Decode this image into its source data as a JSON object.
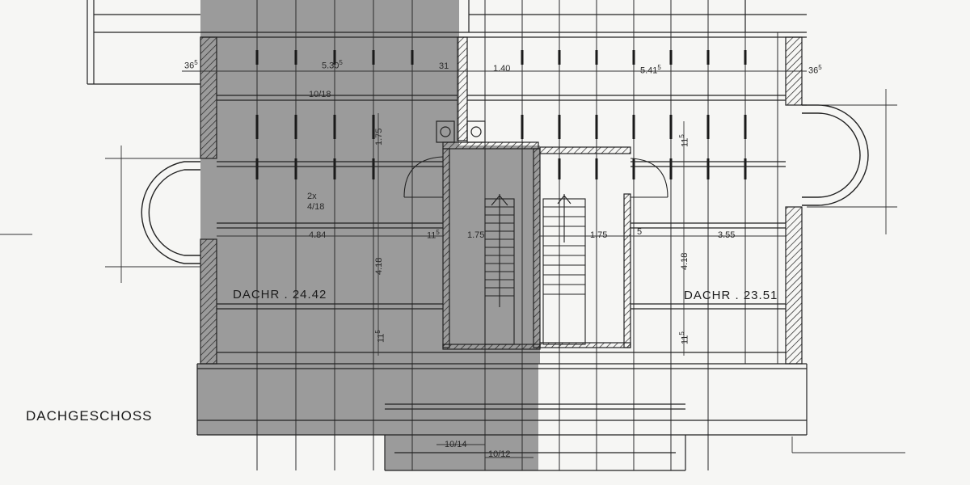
{
  "plan": {
    "floor_title": "DACHGESCHOSS",
    "rooms": {
      "left": "DACHR . 24.42",
      "right": "DACHR . 23.51"
    },
    "dimensions": {
      "wall_left": "36",
      "wall_left_sup": "5",
      "wall_right": "36",
      "wall_right_sup": "5",
      "left_width": "5.30",
      "left_width_sup": "5",
      "center_wall": "31",
      "right_small": "1.40",
      "right_width": "5.41",
      "right_width_sup": "5",
      "beam_left": "10/18",
      "rafter_note_line1": "2x",
      "rafter_note_line2": "4/18",
      "left_span": "4.84",
      "stair_gap": "11",
      "stair_gap_sup": "5",
      "stair_left_width": "1.75",
      "stair_right_width": "1.75",
      "stair_right_sup": "5",
      "right_span": "3.55",
      "vert_175": "1.75",
      "vert_418_left": "4.18",
      "vert_418_right": "4.18",
      "vert_115_left_bottom": "11",
      "vert_115_left_bottom_sup": "5",
      "vert_115_right_top": "11",
      "vert_115_right_top_sup": "5",
      "vert_115_right_bottom": "11",
      "vert_115_right_bottom_sup": "5",
      "bottom_beam_1": "10/14",
      "bottom_beam_2": "10/12"
    },
    "colors": {
      "shaded_area": "#9b9b9b",
      "line": "#222222",
      "paper": "#f6f6f4"
    }
  }
}
